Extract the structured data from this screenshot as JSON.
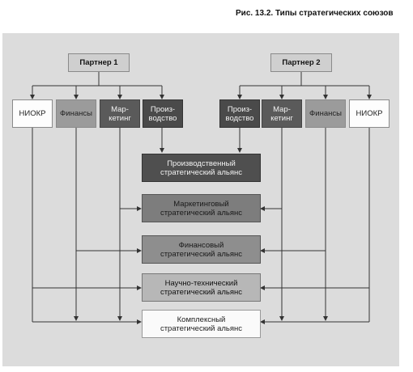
{
  "caption": "Рис. 13.2. Типы стратегических союзов",
  "partners": {
    "left": "Партнер 1",
    "right": "Партнер 2"
  },
  "left_functions": {
    "niokr": "НИОКР",
    "finance": "Финансы",
    "marketing": "Мар-\nкетинг",
    "production": "Произ-\nводство"
  },
  "right_functions": {
    "production": "Произ-\nводство",
    "marketing": "Мар-\nкетинг",
    "finance": "Финансы",
    "niokr": "НИОКР"
  },
  "alliances": {
    "production": "Производственный\nстратегический альянс",
    "marketing": "Маркетинговый\nстратегический альянс",
    "finance": "Финансовый\nстратегический альянс",
    "scitech": "Научно-технический\nстратегический альянс",
    "complex": "Комплексный\nстратегический альянс"
  }
}
